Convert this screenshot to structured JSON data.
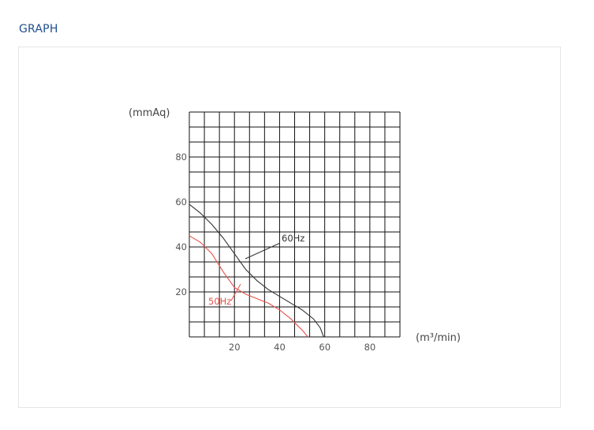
{
  "section": {
    "title": "GRAPH"
  },
  "colors": {
    "title": "#1f4e8c",
    "grid": "#111111",
    "series_60hz": "#333333",
    "series_50hz": "#e8514a"
  },
  "chart_data": {
    "type": "line",
    "title": "",
    "xlabel": "(m³/min)",
    "ylabel": "(mmAq)",
    "xlim": [
      0,
      93.3
    ],
    "ylim": [
      0,
      100
    ],
    "x_ticks": [
      20,
      40,
      60,
      80
    ],
    "y_ticks": [
      20,
      40,
      60,
      80
    ],
    "grid": true,
    "series": [
      {
        "name": "60Hz",
        "x": [
          0,
          5,
          10,
          15,
          20,
          25,
          30,
          35,
          40,
          45,
          50,
          55,
          58,
          59.5
        ],
        "y": [
          59,
          55,
          50,
          44,
          37,
          30,
          25,
          21,
          18,
          15,
          12,
          8,
          4,
          0
        ]
      },
      {
        "name": "50Hz",
        "x": [
          0,
          5,
          10,
          15,
          20,
          25,
          30,
          35,
          40,
          45,
          50,
          52.5
        ],
        "y": [
          45,
          42,
          37,
          29,
          22,
          19,
          17,
          15,
          12,
          8,
          3,
          0
        ]
      }
    ]
  }
}
